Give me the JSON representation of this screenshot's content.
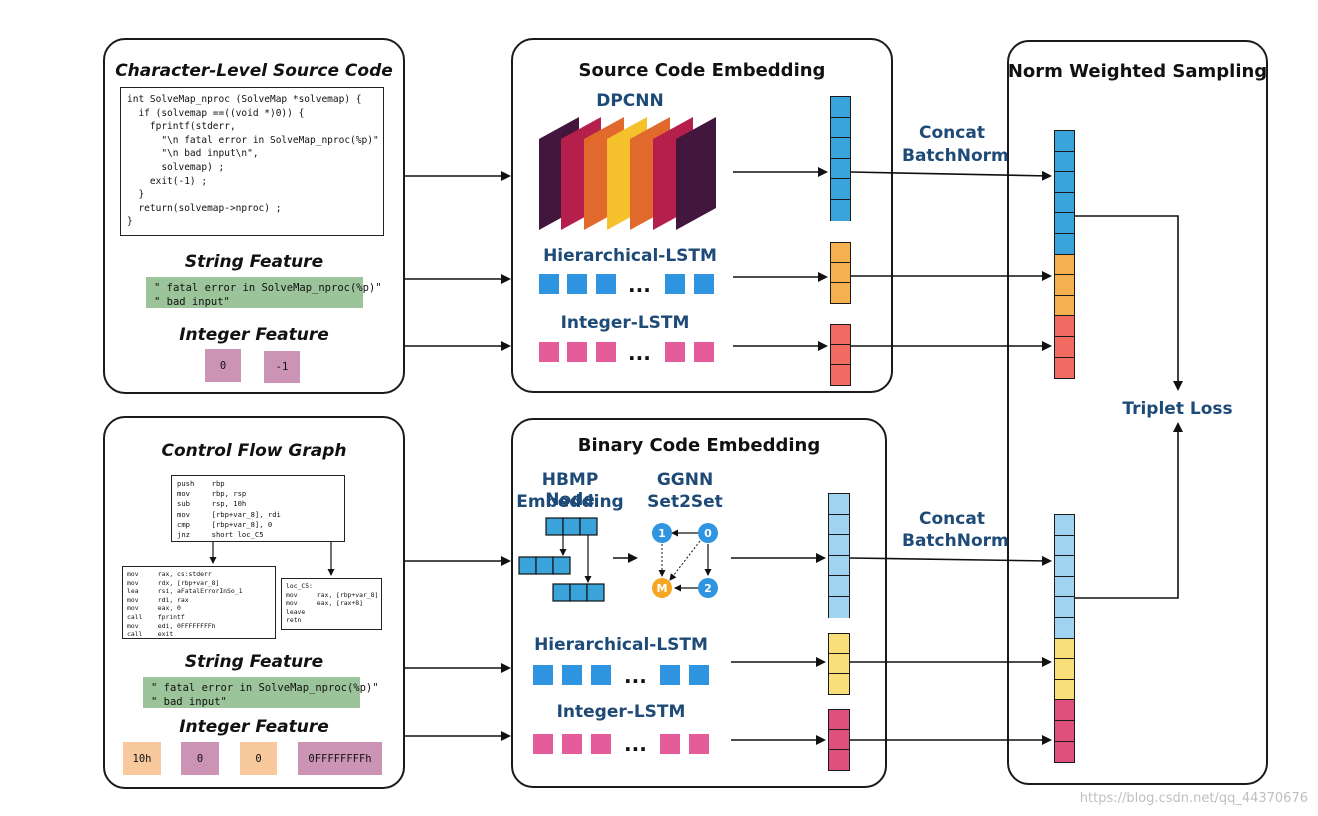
{
  "source_panel": {
    "title": "Character-Level Source Code",
    "code": "int SolveMap_nproc (SolveMap *solvemap) {\n  if (solvemap ==((void *)0)) {\n    fprintf(stderr,\n      \"\\n fatal error in SolveMap_nproc(%p)\"\n      \"\\n bad input\\n\",\n      solvemap) ;\n    exit(-1) ;\n  }\n  return(solvemap->nproc) ;\n}",
    "string_feature_title": "String Feature",
    "string_feature_text": "\" fatal error in SolveMap_nproc(%p)\"\n\" bad input\"",
    "integer_feature_title": "Integer Feature",
    "integers": [
      "0",
      "-1"
    ]
  },
  "binary_panel": {
    "title": "Control Flow Graph",
    "cfg_top": "push    rbp\nmov     rbp, rsp\nsub     rsp, 10h\nmov     [rbp+var_8], rdi\ncmp     [rbp+var_8], 0\njnz     short loc_C5",
    "cfg_left": "mov     rax, cs:stderr\nmov     rdx, [rbp+var_8]\nlea     rsi, aFatalErrorInSo_1\nmov     rdi, rax\nmov     eax, 0\ncall    fprintf\nmov     edi, 0FFFFFFFFh\ncall    exit",
    "cfg_right": "loc_C5:\nmov     rax, [rbp+var_8]\nmov     eax, [rax+8]\nleave\nretn",
    "string_feature_title": "String Feature",
    "string_feature_text": "\" fatal error in SolveMap_nproc(%p)\"\n\" bad input\"",
    "integer_feature_title": "Integer Feature",
    "integers": [
      "10h",
      "0",
      "0",
      "0FFFFFFFFh"
    ]
  },
  "source_embedding": {
    "title": "Source Code Embedding",
    "dpcnn_label": "DPCNN",
    "hier_lstm_label": "Hierarchical-LSTM",
    "int_lstm_label": "Integer-LSTM",
    "concat_label": "Concat",
    "batchnorm_label": "BatchNorm",
    "ellipsis": "..."
  },
  "binary_embedding": {
    "title": "Binary Code Embedding",
    "hbmp_label_1": "HBMP Node",
    "hbmp_label_2": "Embedding",
    "ggnn_label_1": "GGNN",
    "ggnn_label_2": "Set2Set",
    "hier_lstm_label": "Hierarchical-LSTM",
    "int_lstm_label": "Integer-LSTM",
    "concat_label": "Concat",
    "batchnorm_label": "BatchNorm",
    "ellipsis": "...",
    "graph_nodes": [
      "1",
      "0",
      "M",
      "2"
    ]
  },
  "sampling": {
    "title": "Norm Weighted Sampling",
    "loss_label": "Triplet Loss"
  },
  "watermark": "https://blog.csdn.net/qq_44370676",
  "colors": {
    "blue": "#3aa3da",
    "light_blue": "#9fd3ef",
    "orange": "#f5b14f",
    "yellow": "#f8df7a",
    "red": "#f26b63",
    "pink": "#e0507c",
    "sq_blue": "#2f95e0",
    "sq_pink": "#e45d9a",
    "navy": "#1e4a78",
    "green_box": "#9cc49a",
    "int_pink": "#cc94b4",
    "int_orange": "#f8c99c"
  }
}
